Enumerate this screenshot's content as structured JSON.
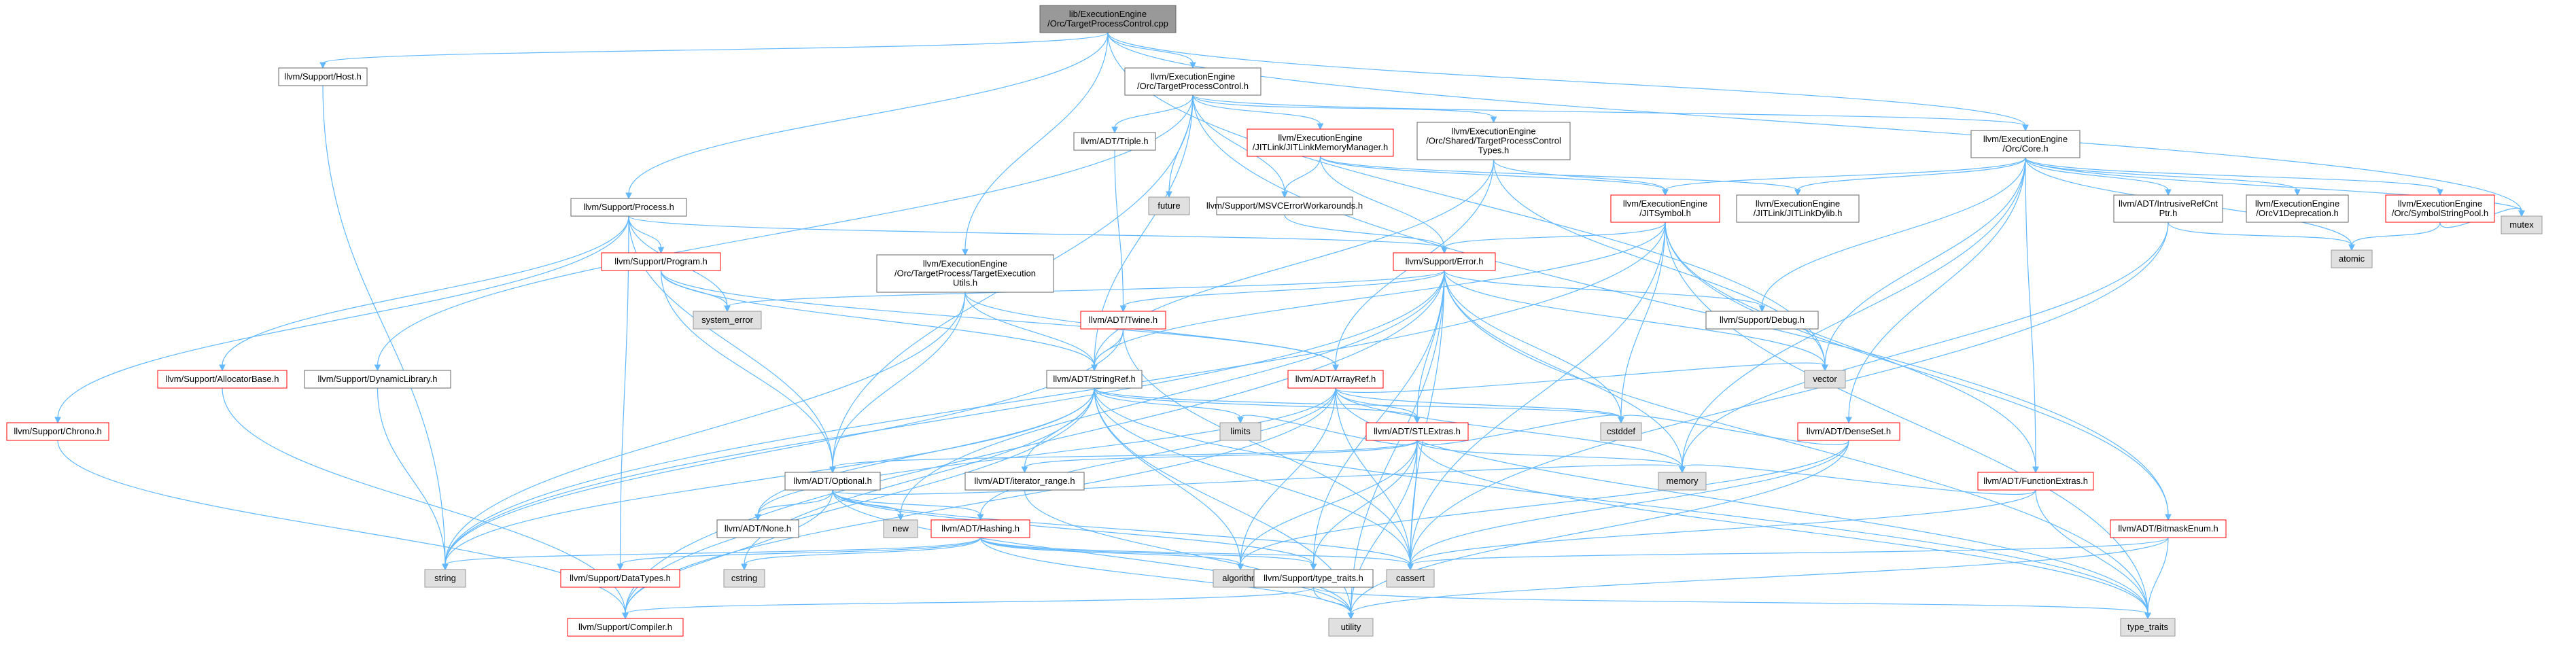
{
  "colors": {
    "edge": "#63b8ff",
    "root_fill": "#999999",
    "std_fill": "#e0e0e0",
    "std_stroke": "#999999",
    "local_stroke": "#666666",
    "link_text": "#b70000",
    "link_stroke": "#ff0000",
    "white": "#ffffff"
  },
  "legend_note": "kinds: root = the file being documented, local = header with no further graph, link = header with truncated graph (red border), std = standard library header (grey)",
  "nodes": [
    {
      "id": "root",
      "kind": "root",
      "lines": [
        "lib/ExecutionEngine",
        "/Orc/TargetProcessControl.cpp"
      ]
    },
    {
      "id": "tpc_h",
      "kind": "local",
      "lines": [
        "llvm/ExecutionEngine",
        "/Orc/TargetProcessControl.h"
      ]
    },
    {
      "id": "host",
      "kind": "local",
      "lines": [
        "llvm/Support/Host.h"
      ]
    },
    {
      "id": "process",
      "kind": "local",
      "lines": [
        "llvm/Support/Process.h"
      ]
    },
    {
      "id": "tpc_utils",
      "kind": "local",
      "lines": [
        "llvm/ExecutionEngine",
        "/Orc/TargetProcess/TargetExecution",
        "Utils.h"
      ]
    },
    {
      "id": "core",
      "kind": "local",
      "lines": [
        "llvm/ExecutionEngine",
        "/Orc/Core.h"
      ]
    },
    {
      "id": "triple",
      "kind": "local",
      "lines": [
        "llvm/ADT/Triple.h"
      ]
    },
    {
      "id": "jitlinkmm",
      "kind": "link",
      "lines": [
        "llvm/ExecutionEngine",
        "/JITLink/JITLinkMemoryManager.h"
      ]
    },
    {
      "id": "shared_tpc",
      "kind": "local",
      "lines": [
        "llvm/ExecutionEngine",
        "/Orc/Shared/TargetProcessControl",
        "Types.h"
      ]
    },
    {
      "id": "future",
      "kind": "std",
      "lines": [
        "future"
      ]
    },
    {
      "id": "msvc",
      "kind": "local",
      "lines": [
        "llvm/Support/MSVCErrorWorkarounds.h"
      ]
    },
    {
      "id": "jitsymbol",
      "kind": "link",
      "lines": [
        "llvm/ExecutionEngine",
        "/JITSymbol.h"
      ]
    },
    {
      "id": "jitlinkdylib",
      "kind": "local",
      "lines": [
        "llvm/ExecutionEngine",
        "/JITLink/JITLinkDylib.h"
      ]
    },
    {
      "id": "intrusive",
      "kind": "local",
      "lines": [
        "llvm/ADT/IntrusiveRefCnt",
        "Ptr.h"
      ]
    },
    {
      "id": "orcv1",
      "kind": "local",
      "lines": [
        "llvm/ExecutionEngine",
        "/OrcV1Deprecation.h"
      ]
    },
    {
      "id": "symstrpool",
      "kind": "link",
      "lines": [
        "llvm/ExecutionEngine",
        "/Orc/SymbolStringPool.h"
      ]
    },
    {
      "id": "mutex",
      "kind": "std",
      "lines": [
        "mutex"
      ]
    },
    {
      "id": "atomic",
      "kind": "std",
      "lines": [
        "atomic"
      ]
    },
    {
      "id": "program",
      "kind": "link",
      "lines": [
        "llvm/Support/Program.h"
      ]
    },
    {
      "id": "error",
      "kind": "link",
      "lines": [
        "llvm/Support/Error.h"
      ]
    },
    {
      "id": "system_error",
      "kind": "std",
      "lines": [
        "system_error"
      ]
    },
    {
      "id": "debug",
      "kind": "local",
      "lines": [
        "llvm/Support/Debug.h"
      ]
    },
    {
      "id": "twine",
      "kind": "link",
      "lines": [
        "llvm/ADT/Twine.h"
      ]
    },
    {
      "id": "allocbase",
      "kind": "link",
      "lines": [
        "llvm/Support/AllocatorBase.h"
      ]
    },
    {
      "id": "dynlib",
      "kind": "local",
      "lines": [
        "llvm/Support/DynamicLibrary.h"
      ]
    },
    {
      "id": "chrono",
      "kind": "link",
      "lines": [
        "llvm/Support/Chrono.h"
      ]
    },
    {
      "id": "stringref",
      "kind": "local",
      "lines": [
        "llvm/ADT/StringRef.h"
      ]
    },
    {
      "id": "arrayref",
      "kind": "link",
      "lines": [
        "llvm/ADT/ArrayRef.h"
      ]
    },
    {
      "id": "stlextras",
      "kind": "link",
      "lines": [
        "llvm/ADT/STLExtras.h"
      ]
    },
    {
      "id": "denseset",
      "kind": "link",
      "lines": [
        "llvm/ADT/DenseSet.h"
      ]
    },
    {
      "id": "funcextras",
      "kind": "link",
      "lines": [
        "llvm/ADT/FunctionExtras.h"
      ]
    },
    {
      "id": "bitmask",
      "kind": "link",
      "lines": [
        "llvm/ADT/BitmaskEnum.h"
      ]
    },
    {
      "id": "vector",
      "kind": "std",
      "lines": [
        "vector"
      ]
    },
    {
      "id": "limits",
      "kind": "std",
      "lines": [
        "limits"
      ]
    },
    {
      "id": "cstddef",
      "kind": "std",
      "lines": [
        "cstddef"
      ]
    },
    {
      "id": "optional",
      "kind": "local",
      "lines": [
        "llvm/ADT/Optional.h"
      ]
    },
    {
      "id": "iterrange",
      "kind": "local",
      "lines": [
        "llvm/ADT/iterator_range.h"
      ]
    },
    {
      "id": "memory",
      "kind": "std",
      "lines": [
        "memory"
      ]
    },
    {
      "id": "none",
      "kind": "local",
      "lines": [
        "llvm/ADT/None.h"
      ]
    },
    {
      "id": "new",
      "kind": "std",
      "lines": [
        "new"
      ]
    },
    {
      "id": "hashing",
      "kind": "link",
      "lines": [
        "llvm/ADT/Hashing.h"
      ]
    },
    {
      "id": "string",
      "kind": "std",
      "lines": [
        "string"
      ]
    },
    {
      "id": "datatypes",
      "kind": "link",
      "lines": [
        "llvm/Support/DataTypes.h"
      ]
    },
    {
      "id": "cstring",
      "kind": "std",
      "lines": [
        "cstring"
      ]
    },
    {
      "id": "algorithm",
      "kind": "std",
      "lines": [
        "algorithm"
      ]
    },
    {
      "id": "typetraits_h",
      "kind": "local",
      "lines": [
        "llvm/Support/type_traits.h"
      ]
    },
    {
      "id": "cassert",
      "kind": "std",
      "lines": [
        "cassert"
      ]
    },
    {
      "id": "utility",
      "kind": "std",
      "lines": [
        "utility"
      ]
    },
    {
      "id": "type_traits",
      "kind": "std",
      "lines": [
        "type_traits"
      ]
    },
    {
      "id": "compiler",
      "kind": "link",
      "lines": [
        "llvm/Support/Compiler.h"
      ]
    }
  ]
}
